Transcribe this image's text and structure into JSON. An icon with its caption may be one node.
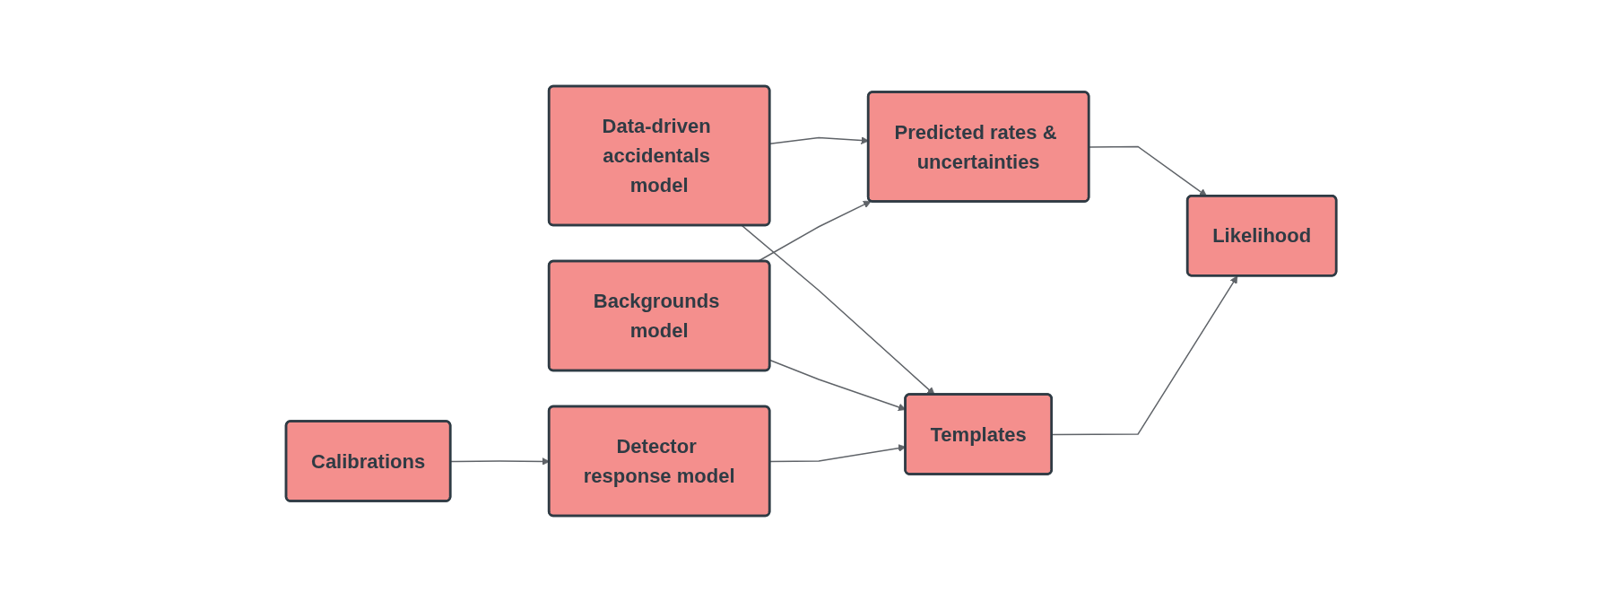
{
  "diagram": {
    "nodes": [
      {
        "text": [
          "Data-driven accidentals model"
        ]
      },
      {
        "text": [
          "Backgrounds model"
        ]
      },
      {
        "text": [
          "Calibrations"
        ]
      },
      {
        "text": [
          "Detector response model"
        ]
      },
      {
        "text": [
          "Predicted rates & uncertainties"
        ]
      },
      {
        "text": [
          "Templates"
        ]
      },
      {
        "text": [
          "Likelihood"
        ]
      }
    ],
    "edges": [
      {
        "from": 0,
        "to": 4,
        "arrow": "to"
      },
      {
        "from": 0,
        "to": 5,
        "arrow": "to"
      },
      {
        "from": 1,
        "to": 4,
        "arrow": "to"
      },
      {
        "from": 1,
        "to": 5,
        "arrow": "to"
      },
      {
        "from": 2,
        "to": 3,
        "arrow": "to"
      },
      {
        "from": 3,
        "to": 5,
        "arrow": "to"
      },
      {
        "from": 4,
        "to": 6,
        "arrow": "to"
      },
      {
        "from": 5,
        "to": 6,
        "arrow": "to"
      }
    ]
  }
}
